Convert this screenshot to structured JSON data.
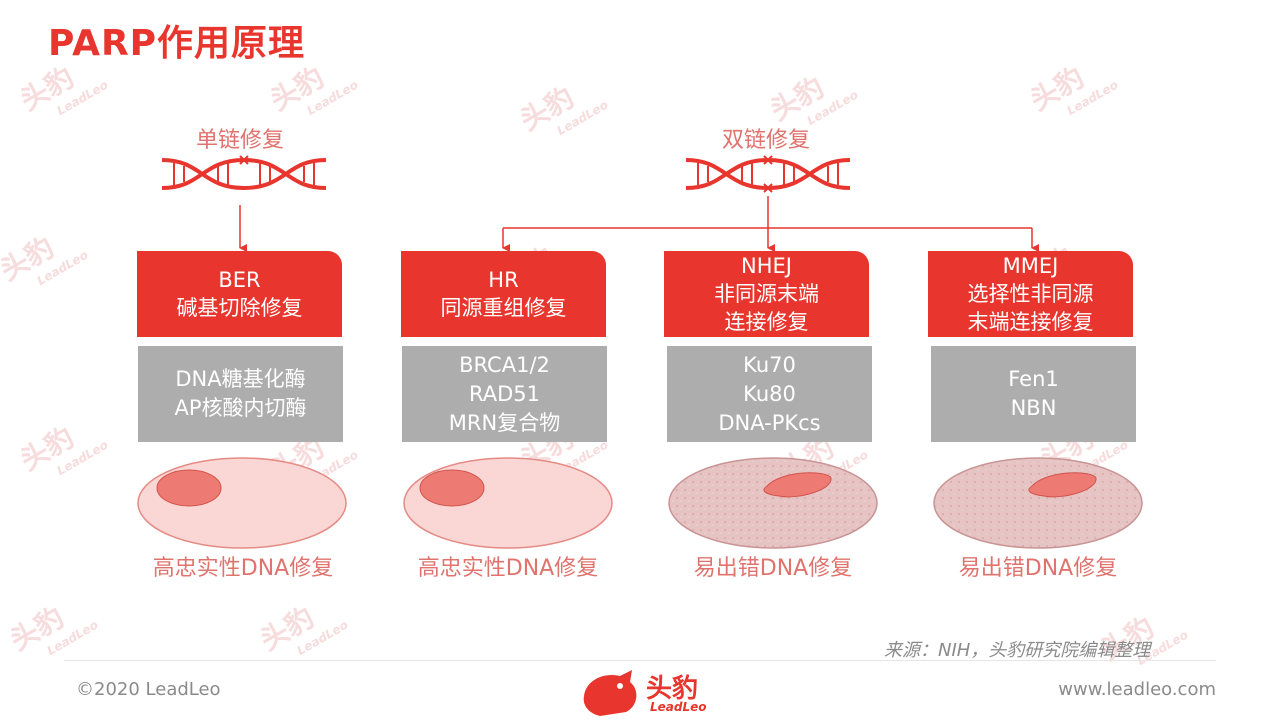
{
  "title": "PARP作用原理",
  "watermark": {
    "cn": "头豹",
    "en": "LeadLeo"
  },
  "branches": {
    "single": "单链修复",
    "double": "双链修复"
  },
  "columns": [
    {
      "heading": [
        "BER",
        "碱基切除修复"
      ],
      "proteins": [
        "DNA糖基化酶",
        "AP核酸内切酶"
      ],
      "fidelity": "高忠实性DNA修复"
    },
    {
      "heading": [
        "HR",
        "同源重组修复"
      ],
      "proteins": [
        "BRCA1/2",
        "RAD51",
        "MRN复合物"
      ],
      "fidelity": "高忠实性DNA修复"
    },
    {
      "heading": [
        "NHEJ",
        "非同源末端",
        "连接修复"
      ],
      "proteins": [
        "Ku70",
        "Ku80",
        "DNA-PKcs"
      ],
      "fidelity": "易出错DNA修复"
    },
    {
      "heading": [
        "MMEJ",
        "选择性非同源",
        "末端连接修复"
      ],
      "proteins": [
        "Fen1",
        "NBN"
      ],
      "fidelity": "易出错DNA修复"
    }
  ],
  "footer": {
    "source": "来源：NIH，头豹研究院编辑整理",
    "copyright": "©2020 LeadLeo",
    "website": "www.leadleo.com",
    "logo_cn": "头豹",
    "logo_en": "LeadLeo"
  },
  "colors": {
    "accent": "#e8352d",
    "soft_red": "#e0736d",
    "gray": "#adadad",
    "cell_light": "#fad6d4",
    "nucleus": "#ee7b73"
  }
}
